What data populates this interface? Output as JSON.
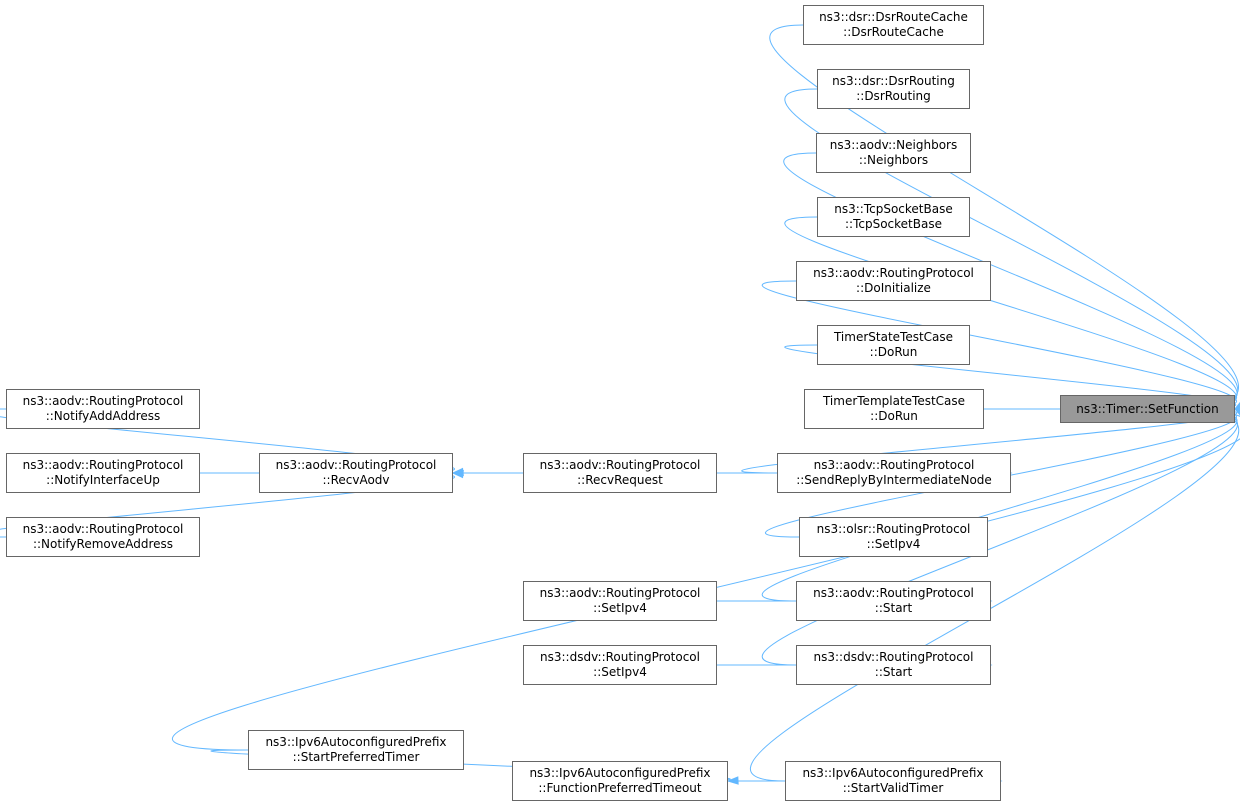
{
  "graph": {
    "colors": {
      "edge": "#63b8ff",
      "border": "#666666",
      "current_fill": "#999999"
    },
    "nodes": [
      {
        "id": "set_function",
        "lines": [
          "ns3::Timer::SetFunction"
        ],
        "current": true
      },
      {
        "id": "dsr_route_cache",
        "lines": [
          "ns3::dsr::DsrRouteCache",
          "::DsrRouteCache"
        ]
      },
      {
        "id": "dsr_routing",
        "lines": [
          "ns3::dsr::DsrRouting",
          "::DsrRouting"
        ]
      },
      {
        "id": "aodv_neighbors",
        "lines": [
          "ns3::aodv::Neighbors",
          "::Neighbors"
        ]
      },
      {
        "id": "tcp_socket_base",
        "lines": [
          "ns3::TcpSocketBase",
          "::TcpSocketBase"
        ]
      },
      {
        "id": "aodv_do_initialize",
        "lines": [
          "ns3::aodv::RoutingProtocol",
          "::DoInitialize"
        ]
      },
      {
        "id": "timer_state_test",
        "lines": [
          "TimerStateTestCase",
          "::DoRun"
        ]
      },
      {
        "id": "timer_template_test",
        "lines": [
          "TimerTemplateTestCase",
          "::DoRun"
        ]
      },
      {
        "id": "aodv_send_reply",
        "lines": [
          "ns3::aodv::RoutingProtocol",
          "::SendReplyByIntermediateNode"
        ]
      },
      {
        "id": "olsr_set_ipv4",
        "lines": [
          "ns3::olsr::RoutingProtocol",
          "::SetIpv4"
        ]
      },
      {
        "id": "aodv_start",
        "lines": [
          "ns3::aodv::RoutingProtocol",
          "::Start"
        ]
      },
      {
        "id": "dsdv_start",
        "lines": [
          "ns3::dsdv::RoutingProtocol",
          "::Start"
        ]
      },
      {
        "id": "ipv6_start_valid",
        "lines": [
          "ns3::Ipv6AutoconfiguredPrefix",
          "::StartValidTimer"
        ]
      },
      {
        "id": "aodv_recv_request",
        "lines": [
          "ns3::aodv::RoutingProtocol",
          "::RecvRequest"
        ]
      },
      {
        "id": "aodv_set_ipv4",
        "lines": [
          "ns3::aodv::RoutingProtocol",
          "::SetIpv4"
        ]
      },
      {
        "id": "dsdv_set_ipv4",
        "lines": [
          "ns3::dsdv::RoutingProtocol",
          "::SetIpv4"
        ]
      },
      {
        "id": "ipv6_function_preferred",
        "lines": [
          "ns3::Ipv6AutoconfiguredPrefix",
          "::FunctionPreferredTimeout"
        ]
      },
      {
        "id": "aodv_recv_aodv",
        "lines": [
          "ns3::aodv::RoutingProtocol",
          "::RecvAodv"
        ]
      },
      {
        "id": "ipv6_start_preferred",
        "lines": [
          "ns3::Ipv6AutoconfiguredPrefix",
          "::StartPreferredTimer"
        ]
      },
      {
        "id": "aodv_notify_add",
        "lines": [
          "ns3::aodv::RoutingProtocol",
          "::NotifyAddAddress"
        ]
      },
      {
        "id": "aodv_notify_up",
        "lines": [
          "ns3::aodv::RoutingProtocol",
          "::NotifyInterfaceUp"
        ]
      },
      {
        "id": "aodv_notify_remove",
        "lines": [
          "ns3::aodv::RoutingProtocol",
          "::NotifyRemoveAddress"
        ]
      }
    ],
    "edges": [
      {
        "from": "dsr_route_cache",
        "to": "set_function"
      },
      {
        "from": "dsr_routing",
        "to": "set_function"
      },
      {
        "from": "aodv_neighbors",
        "to": "set_function"
      },
      {
        "from": "tcp_socket_base",
        "to": "set_function"
      },
      {
        "from": "aodv_do_initialize",
        "to": "set_function"
      },
      {
        "from": "timer_state_test",
        "to": "set_function"
      },
      {
        "from": "timer_template_test",
        "to": "set_function"
      },
      {
        "from": "aodv_send_reply",
        "to": "set_function"
      },
      {
        "from": "olsr_set_ipv4",
        "to": "set_function"
      },
      {
        "from": "aodv_start",
        "to": "set_function"
      },
      {
        "from": "dsdv_start",
        "to": "set_function"
      },
      {
        "from": "ipv6_start_preferred",
        "to": "set_function"
      },
      {
        "from": "ipv6_start_valid",
        "to": "set_function"
      },
      {
        "from": "aodv_recv_request",
        "to": "aodv_send_reply"
      },
      {
        "from": "aodv_set_ipv4",
        "to": "aodv_start"
      },
      {
        "from": "dsdv_set_ipv4",
        "to": "dsdv_start"
      },
      {
        "from": "ipv6_function_preferred",
        "to": "ipv6_start_valid"
      },
      {
        "from": "aodv_recv_aodv",
        "to": "aodv_recv_request"
      },
      {
        "from": "ipv6_start_preferred",
        "to": "ipv6_function_preferred"
      },
      {
        "from": "aodv_notify_add",
        "to": "aodv_recv_aodv"
      },
      {
        "from": "aodv_notify_up",
        "to": "aodv_recv_aodv"
      },
      {
        "from": "aodv_notify_remove",
        "to": "aodv_recv_aodv"
      }
    ]
  }
}
